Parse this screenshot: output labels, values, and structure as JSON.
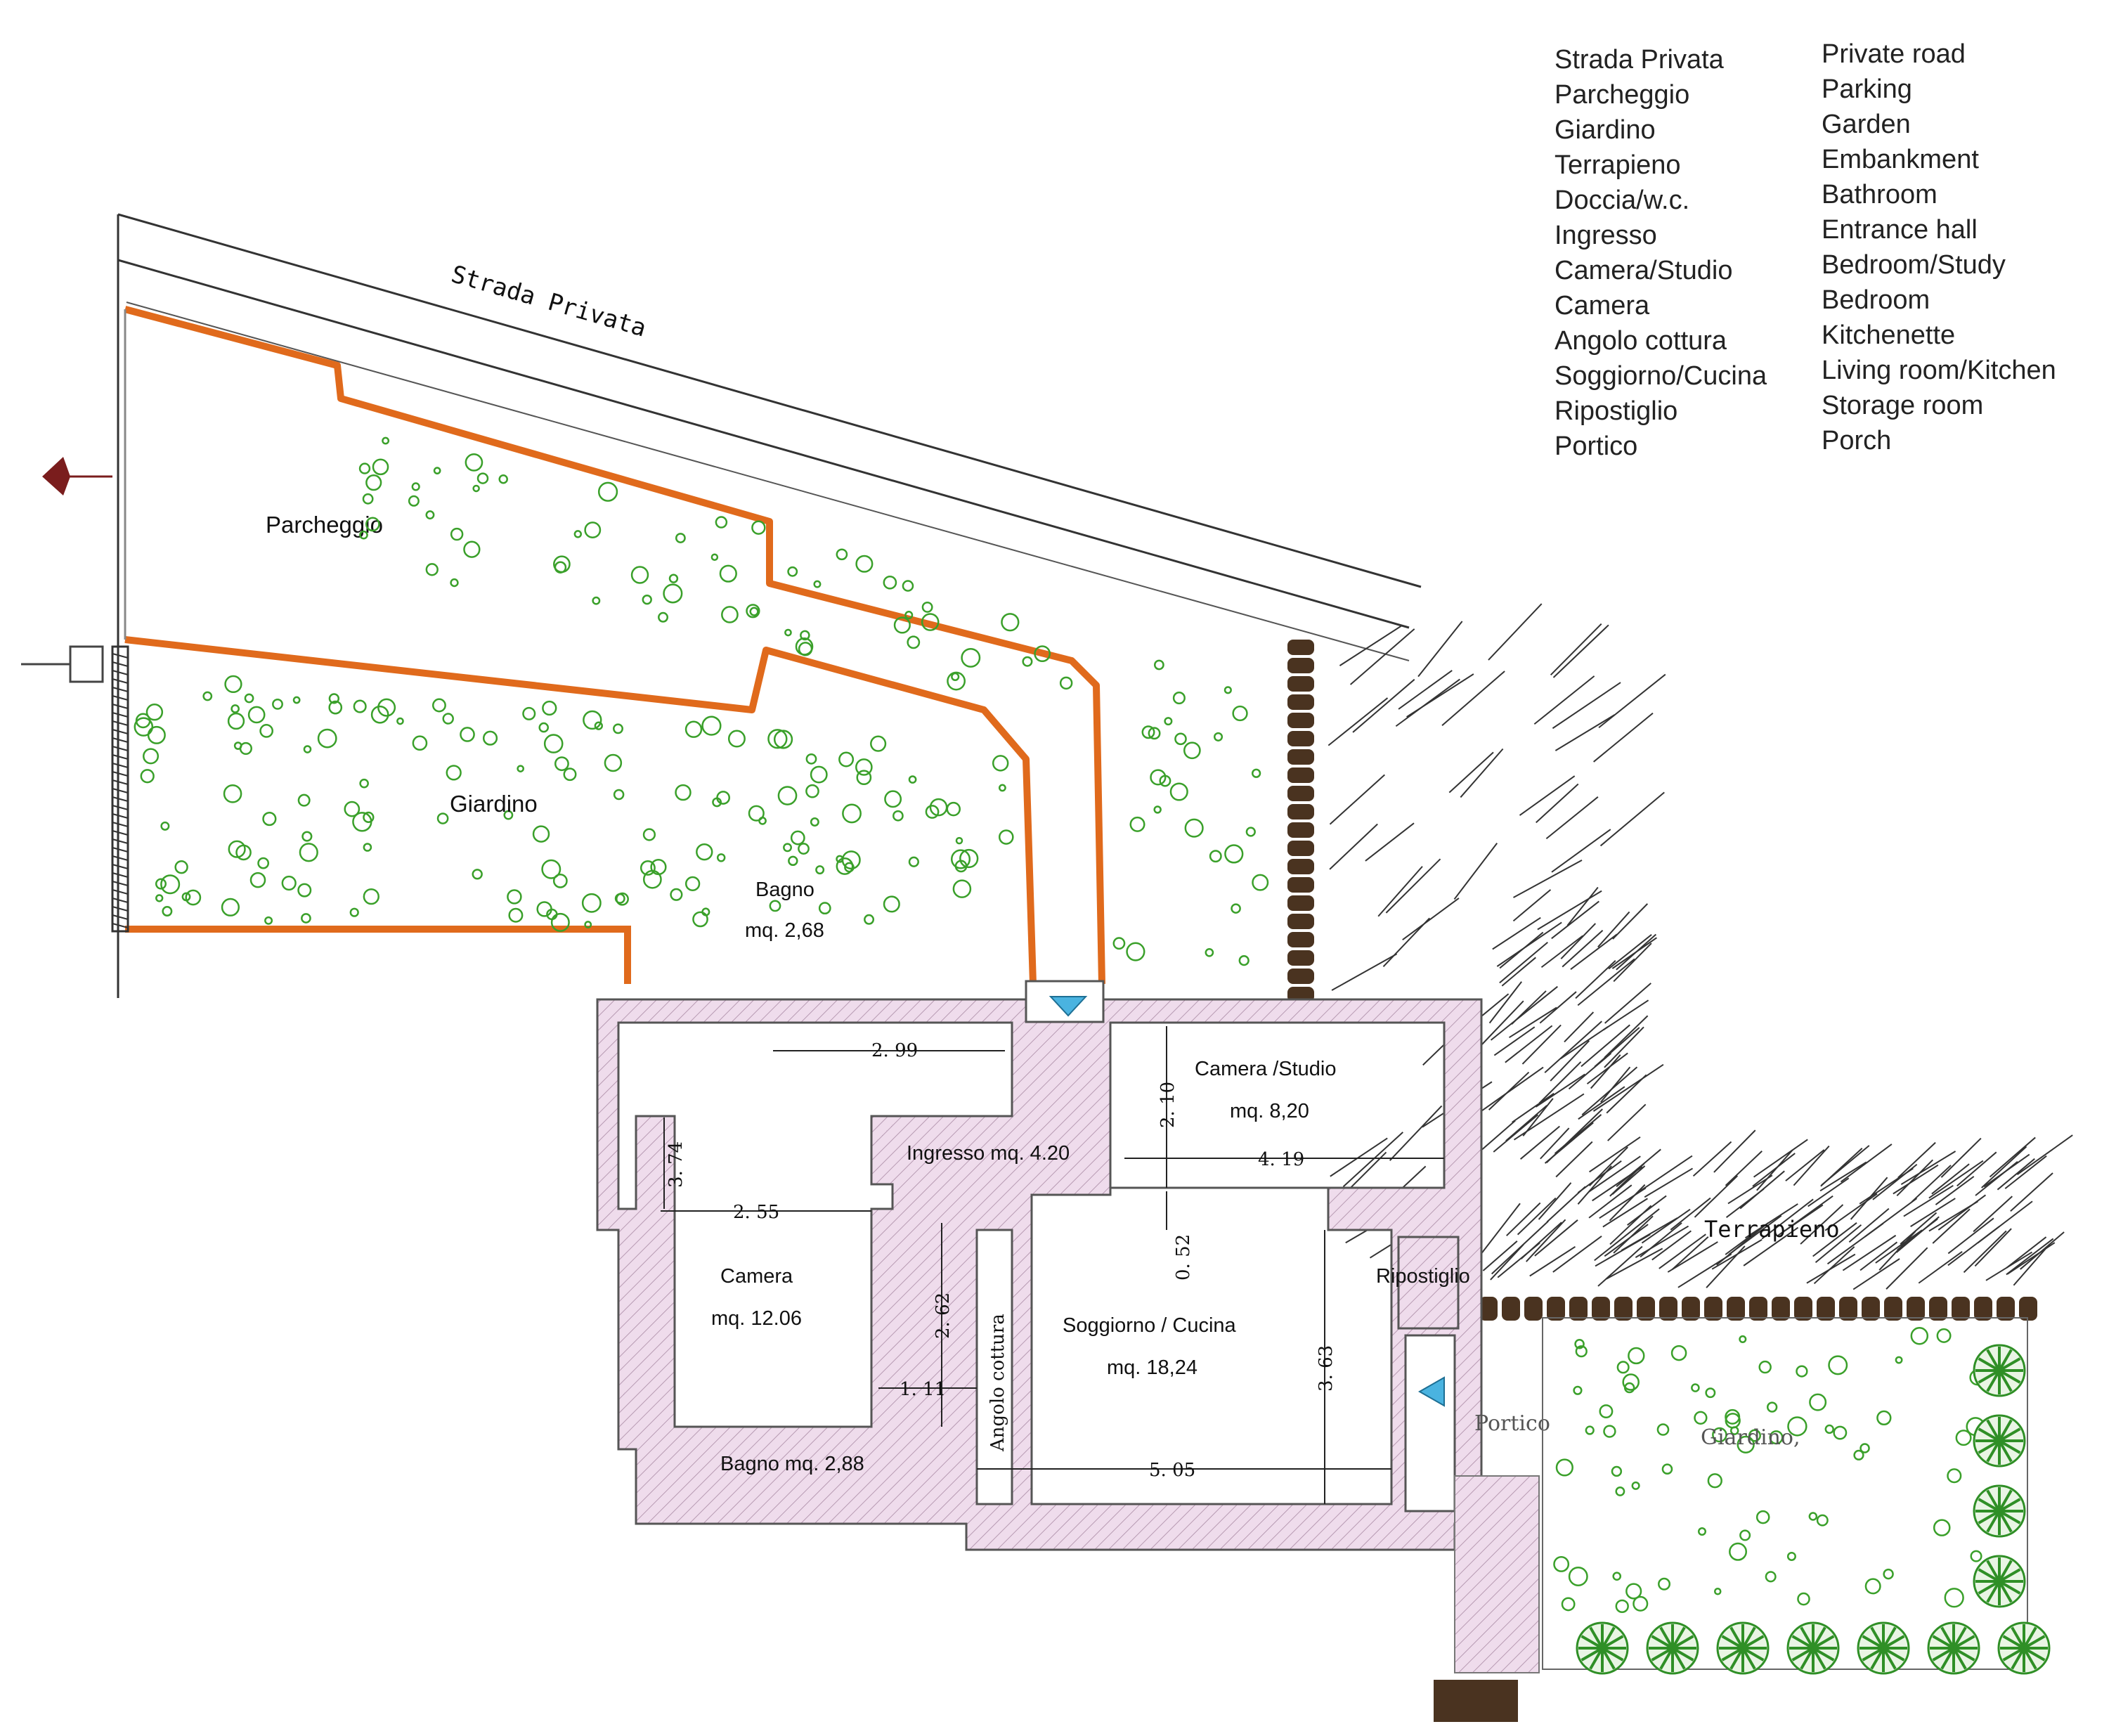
{
  "legend": {
    "italian": [
      "Strada Privata",
      "Parcheggio",
      "Giardino",
      "Terrapieno",
      "Doccia/w.c.",
      "Ingresso",
      "Camera/Studio",
      "Camera",
      "Angolo cottura",
      "Soggiorno/Cucina",
      "Ripostiglio",
      "Portico"
    ],
    "english": [
      "Private road",
      "Parking",
      "Garden",
      "Embankment",
      "Bathroom",
      "Entrance hall",
      "Bedroom/Study",
      "Bedroom",
      "Kitchenette",
      "Living room/Kitchen",
      "Storage room",
      "Porch"
    ]
  },
  "labels": {
    "road": "Strada Privata",
    "parking": "Parcheggio",
    "garden": "Giardino",
    "bath_top_name": "Bagno",
    "bath_top_area": "mq. 2,68",
    "study_name": "Camera /Studio",
    "study_area": "mq. 8,20",
    "entrance": "Ingresso mq. 4.20",
    "bedroom_name": "Camera",
    "bedroom_area": "mq. 12.06",
    "kitchenette": "Angolo cottura",
    "living_name": "Soggiorno / Cucina",
    "living_area": "mq. 18,24",
    "storage": "Ripostiglio",
    "bath_bottom": "Bagno mq. 2,88",
    "portico": "Portico",
    "embankment": "Terrapieno",
    "garden_right": "Giardino,"
  },
  "dimensions": {
    "d_299": "2. 99",
    "d_210": "2. 10",
    "d_419": "4. 19",
    "d_374": "3. 74",
    "d_255": "2. 55",
    "d_052": "0. 52",
    "d_262": "2. 62",
    "d_111": "1. 11",
    "d_363": "3. 63",
    "d_505": "5. 05"
  },
  "colors": {
    "wall_fill": "#e9d3e6",
    "wall_stroke": "#555555",
    "orange_border": "#e06a1c",
    "shrub": "#3aa02a",
    "hedge": "#4a3320",
    "arrow": "#4ab3e0",
    "dark_red_arrow": "#7a1d1d"
  }
}
